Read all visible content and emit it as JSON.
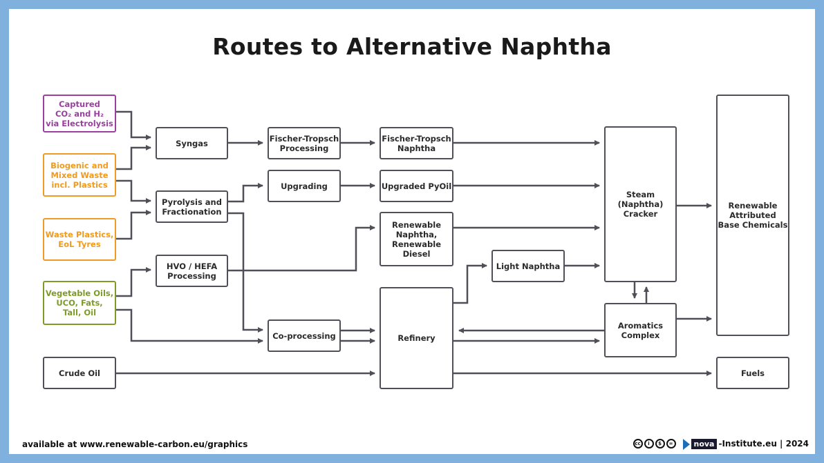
{
  "title": "Routes to Alternative Naphtha",
  "nodes": {
    "captured_co2": "Captured\nCO₂ and H₂\nvia Electrolysis",
    "biogenic": "Biogenic and\nMixed Waste\nincl. Plastics",
    "waste_plastics": "Waste Plastics,\nEoL Tyres",
    "veg_oils": "Vegetable Oils,\nUCO, Fats,\nTall, Oil",
    "crude_oil": "Crude Oil",
    "syngas": "Syngas",
    "pyrolysis": "Pyrolysis and\nFractionation",
    "hvo": "HVO / HEFA\nProcessing",
    "ft_processing": "Fischer-Tropsch\nProcessing",
    "upgrading": "Upgrading",
    "co_processing": "Co-processing",
    "ft_naphtha": "Fischer-Tropsch\nNaphtha",
    "upgraded_pyoil": "Upgraded PyOil",
    "renewable_naphtha": "Renewable\nNaphtha,\nRenewable\nDiesel",
    "refinery": "Refinery",
    "light_naphtha": "Light Naphtha",
    "steam_cracker": "Steam\n(Naphtha)\nCracker",
    "aromatics": "Aromatics\nComplex",
    "renewable_chemicals": "Renewable\nAttributed\nBase Chemicals",
    "fuels": "Fuels"
  },
  "colors": {
    "frame": "#7fb0de",
    "box_border": "#4f4f58",
    "purple": "#9a3fa0",
    "orange": "#ef9b22",
    "green": "#7e9a28"
  },
  "footer": {
    "left": "available at www.renewable-carbon.eu/graphics",
    "license_icon": "cc-by-nc-nd-icons",
    "logo_word": "nova",
    "right": "-Institute.eu | 2024"
  }
}
